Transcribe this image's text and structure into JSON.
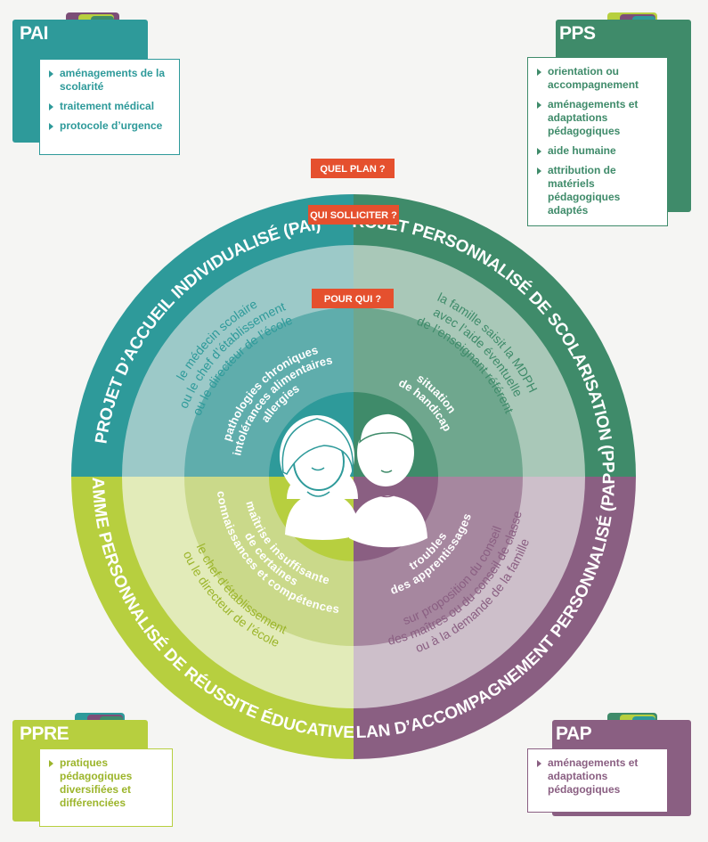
{
  "colors": {
    "pai": "#2e9a9a",
    "pps": "#3f8b6a",
    "pap": "#8a5f82",
    "ppre": "#b7cf3f",
    "label_red": "#e5502e"
  },
  "cards": {
    "pai": {
      "title": "PAI",
      "items": [
        "aménagements de la scolarité",
        "traitement médical",
        "protocole d’urgence"
      ]
    },
    "pps": {
      "title": "PPS",
      "items": [
        "orientation ou accompagnement",
        "aménagements et adaptations pédagogiques",
        "aide humaine",
        "attribution de matériels pédagogiques adaptés"
      ]
    },
    "ppre": {
      "title": "PPRE",
      "items": [
        "pratiques pédagogiques diversifiées et différenciées"
      ]
    },
    "pap": {
      "title": "PAP",
      "items": [
        "aménagements et adaptations pédagogiques"
      ]
    }
  },
  "labels": {
    "quel_plan": "QUEL PLAN ?",
    "qui_solliciter": "QUI SOLLICITER ?",
    "pour_qui": "POUR QUI ?"
  },
  "outer_ring": {
    "pai": "PROJET D’ACCUEIL INDIVIDUALISÉ (PAI)",
    "pps": "PROJET PERSONNALISÉ DE SCOLARISATION (PPS)",
    "ppre": "PROGRAMME PERSONNALISÉ DE RÉUSSITE ÉDUCATIVE (PPRE)",
    "pap": "PLAN D’ACCOMPAGNEMENT PERSONNALISÉ (PAP)"
  },
  "middle_ring": {
    "pai": [
      "le médecin scolaire",
      "ou le chef d’établissement",
      "ou le directeur de l’école"
    ],
    "pps": [
      "la famille saisit la MDPH",
      "avec l’aide éventuelle",
      "de l’enseignant référent"
    ],
    "ppre": [
      "le chef d’établissement",
      "ou le directeur de l’école"
    ],
    "pap": [
      "sur proposition du conseil",
      "des maîtres ou du conseil de classe",
      "ou à la demande de la famille"
    ]
  },
  "inner_ring": {
    "pai": [
      "pathologies chroniques",
      "intolérances alimentaires",
      "allergies"
    ],
    "pps": [
      "situation",
      "de handicap"
    ],
    "ppre": [
      "maîtrise insuffisante",
      "de certaines",
      "connaissances et compétences"
    ],
    "pap": [
      "troubles",
      "des apprentissages"
    ]
  }
}
